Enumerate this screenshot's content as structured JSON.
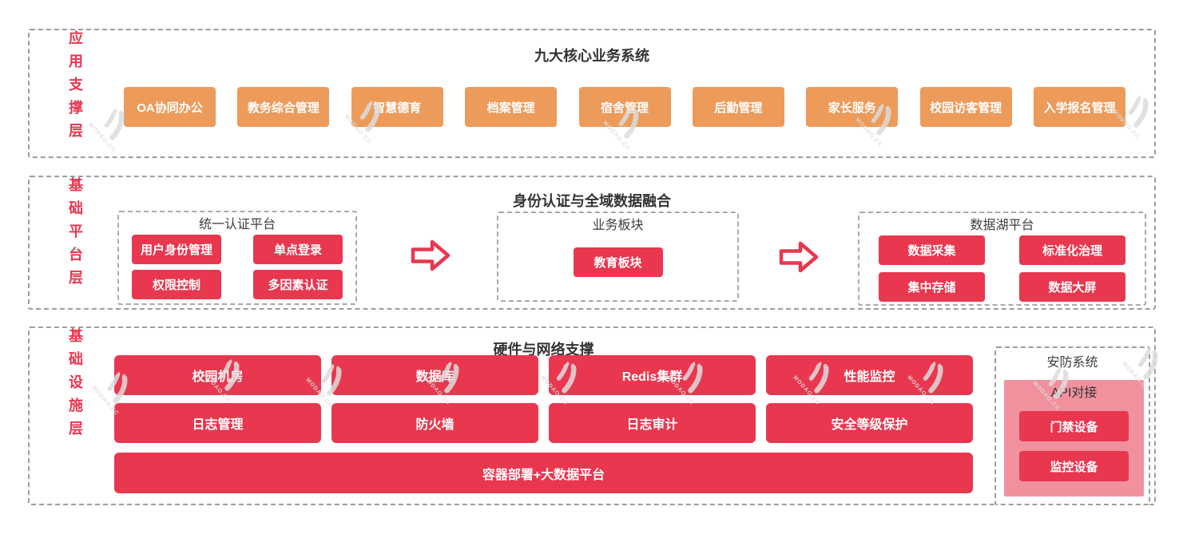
{
  "colors": {
    "orange": "#EC9B5B",
    "red": "#E8374F",
    "pink": "#F2919E",
    "ink": "#333333",
    "border-gray": "#9E9E9E"
  },
  "watermark": {
    "label": "MODAO.CC"
  },
  "layers": {
    "app": {
      "label": "应用支撑层",
      "title": "九大核心业务系统",
      "systems": [
        "OA协同办公",
        "教务综合管理",
        "智慧德育",
        "档案管理",
        "宿舍管理",
        "后勤管理",
        "家长服务",
        "校园访客管理",
        "入学报名管理"
      ]
    },
    "platform": {
      "label": "基础平台层",
      "title": "身份认证与全域数据融合",
      "auth": {
        "title": "统一认证平台",
        "items": [
          "用户身份管理",
          "单点登录",
          "权限控制",
          "多因素认证"
        ]
      },
      "business": {
        "title": "业务板块",
        "items": [
          "教育板块"
        ]
      },
      "datalake": {
        "title": "数据湖平台",
        "items": [
          "数据采集",
          "标准化治理",
          "集中存储",
          "数据大屏"
        ]
      }
    },
    "infra": {
      "label": "基础设施层",
      "title": "硬件与网络支撑",
      "items": [
        "校园机房",
        "数据库",
        "Redis集群",
        "性能监控",
        "日志管理",
        "防火墙",
        "日志审计",
        "安全等级保护"
      ],
      "wide_item": "容器部署+大数据平台",
      "security": {
        "title": "安防系统",
        "subtitle": "API对接",
        "items": [
          "门禁设备",
          "监控设备"
        ]
      }
    }
  }
}
